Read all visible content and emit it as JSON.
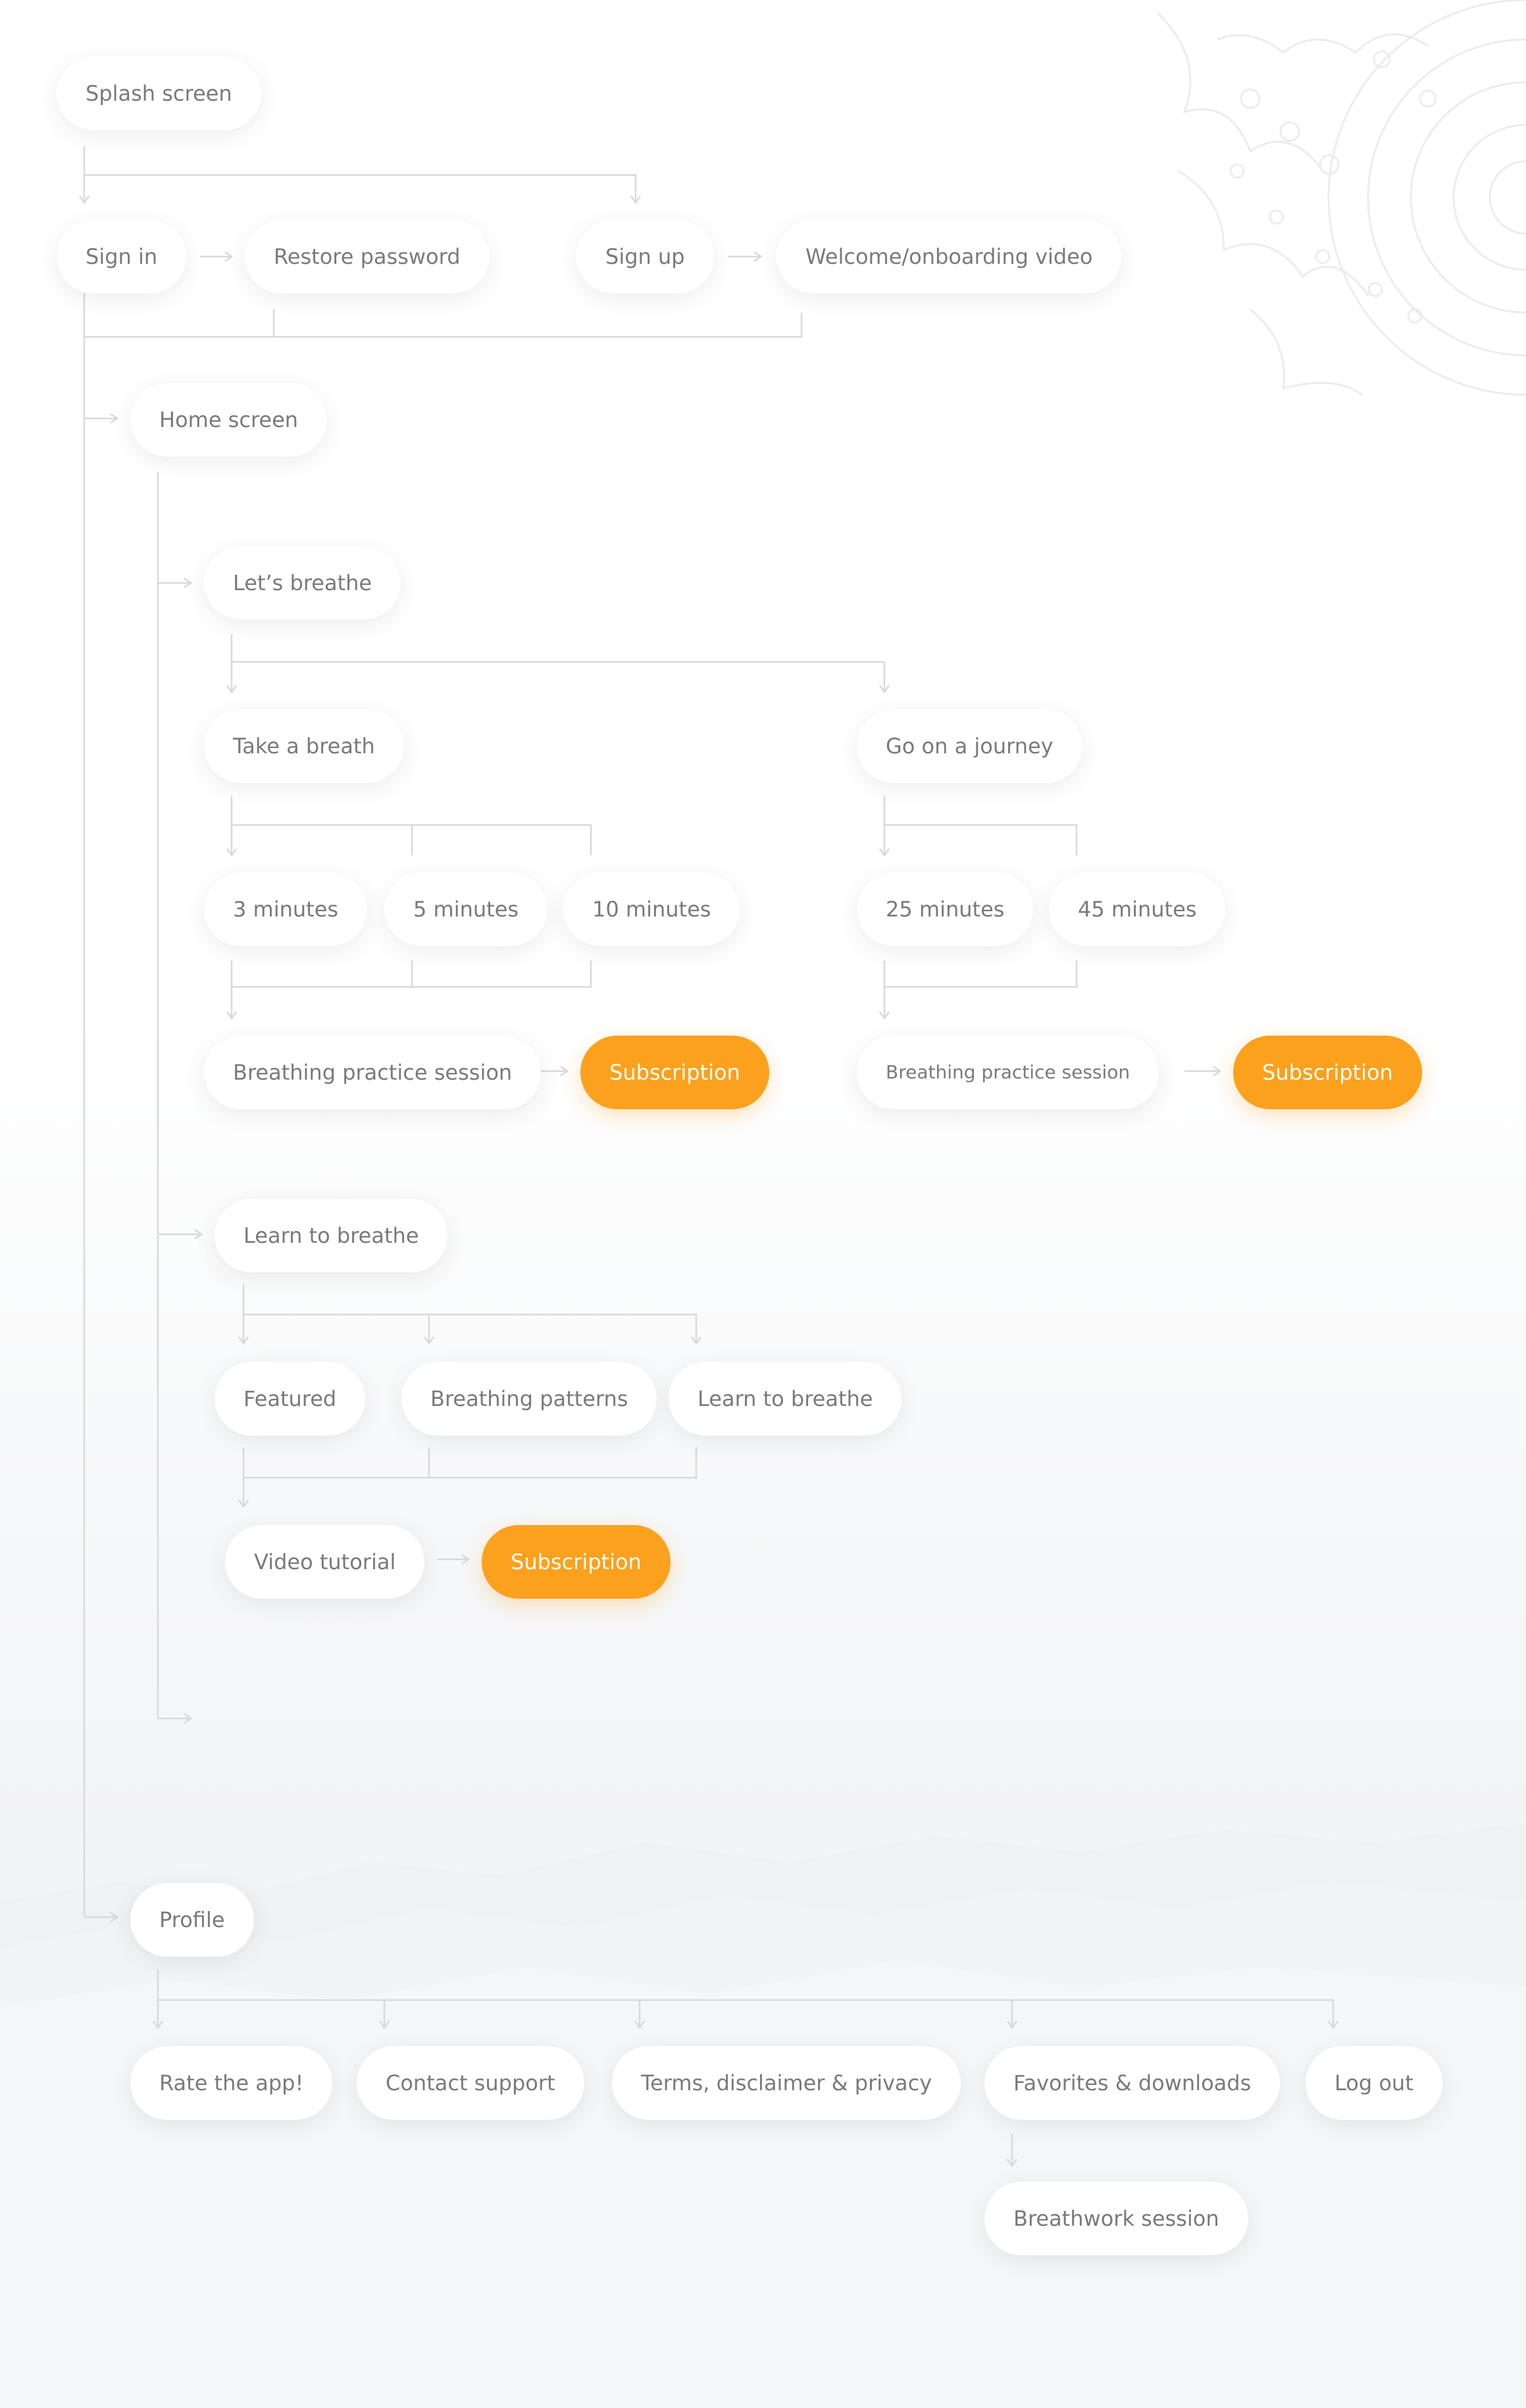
{
  "nodes": {
    "splash": "Splash screen",
    "sign_in": "Sign in",
    "restore_password": "Restore password",
    "sign_up": "Sign up",
    "welcome_video": "Welcome/onboarding video",
    "home": "Home screen",
    "lets_breathe": "Let’s breathe",
    "take_a_breath": "Take a breath",
    "go_on_journey": "Go on a journey",
    "min_3": "3 minutes",
    "min_5": "5 minutes",
    "min_10": "10 minutes",
    "min_25": "25 minutes",
    "min_45": "45 minutes",
    "session_left": "Breathing practice session",
    "subscription_left": "Subscription",
    "session_right": "Breathing practice session",
    "subscription_right": "Subscription",
    "learn_to_breathe": "Learn to breathe",
    "featured": "Featured",
    "breathing_patterns": "Breathing patterns",
    "learn_to_breathe_sub": "Learn to breathe",
    "video_tutorial": "Video tutorial",
    "subscription_video": "Subscription",
    "profile": "Profile",
    "rate_app": "Rate the app!",
    "contact_support": "Contact support",
    "terms": "Terms, disclaimer & privacy",
    "favorites": "Favorites & downloads",
    "log_out": "Log out",
    "breathwork_session": "Breathwork session"
  },
  "colors": {
    "accent": "#fba11d",
    "node_text": "#7a7a7a",
    "connector": "#d9d9d9",
    "decor": "#ececec"
  },
  "icons": {
    "mandala": "mandala-ornament",
    "mountains": "misty-mountains"
  }
}
